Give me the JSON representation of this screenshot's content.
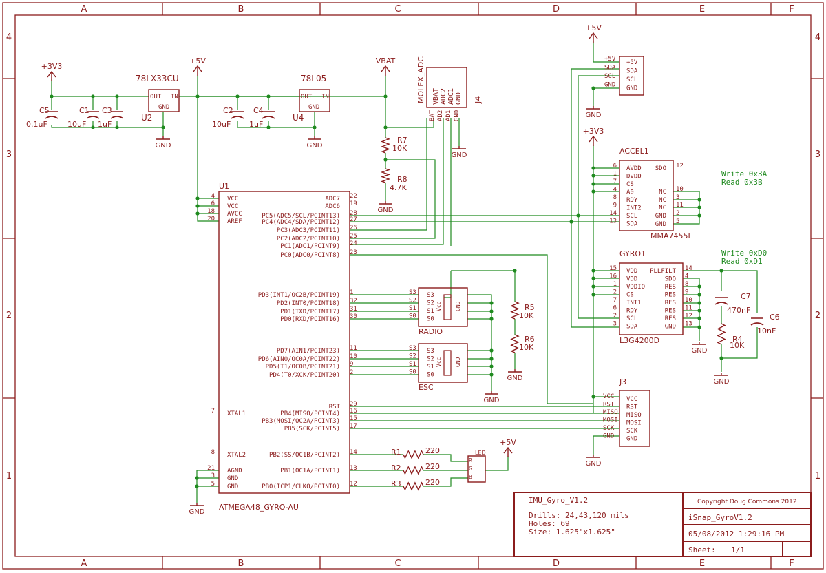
{
  "colors": {
    "frame": "#8b1c1c",
    "wire": "#1f8a1f",
    "part": "#8b1c1c",
    "text": "#8b1c1c",
    "label": "#222222",
    "note": "#1f8a1f"
  },
  "frame": {
    "cols": [
      "A",
      "B",
      "C",
      "D",
      "E",
      "F"
    ],
    "rows": [
      "4",
      "3",
      "2",
      "1"
    ]
  },
  "supplies": {
    "p3v3_a": "+3V3",
    "p5v_a": "+5V",
    "vbat": "VBAT",
    "p5v_top": "+5V",
    "p3v3_b": "+3V3",
    "p5v_led": "+5V"
  },
  "grounds": {
    "label": "GND"
  },
  "regulators": {
    "u2": {
      "part": "78LX33CU",
      "ref": "U2",
      "pin_out": "OUT",
      "pin_in": "IN",
      "pin_gnd": "GND"
    },
    "u4": {
      "part": "78L05",
      "ref": "U4",
      "pin_out": "OUT",
      "pin_in": "IN",
      "pin_gnd": "GND"
    }
  },
  "caps": {
    "c5": {
      "ref": "C5",
      "val": "0.1uF"
    },
    "c1": {
      "ref": "C1",
      "val": "10uF"
    },
    "c3": {
      "ref": "C3",
      "val": "1uF"
    },
    "c2": {
      "ref": "C2",
      "val": "10uF"
    },
    "c4": {
      "ref": "C4",
      "val": "1uF"
    },
    "c7": {
      "ref": "C7",
      "val": "470nF"
    },
    "c6": {
      "ref": "C6",
      "val": "10nF"
    }
  },
  "resistors": {
    "r7": {
      "ref": "R7",
      "val": "10K"
    },
    "r8": {
      "ref": "R8",
      "val": "4.7K"
    },
    "r5": {
      "ref": "R5",
      "val": "10K"
    },
    "r6": {
      "ref": "R6",
      "val": "10K"
    },
    "r4": {
      "ref": "R4",
      "val": "10K"
    },
    "r1": {
      "ref": "R1",
      "val": "220"
    },
    "r2": {
      "ref": "R2",
      "val": "220"
    },
    "r3": {
      "ref": "R3",
      "val": "220"
    }
  },
  "j4": {
    "ref": "J4",
    "name": "MOLEX_ADC",
    "pins": [
      "VBAT",
      "ADC2",
      "ADC1",
      "GND"
    ],
    "nets": [
      "BAT",
      "AD2",
      "AD1",
      "GND"
    ]
  },
  "u1": {
    "ref": "U1",
    "part": "ATMEGA48_GYRO-AU",
    "left": [
      {
        "num": "4",
        "name": "VCC"
      },
      {
        "num": "6",
        "name": "VCC"
      },
      {
        "num": "18",
        "name": "AVCC"
      },
      {
        "num": "20",
        "name": "AREF"
      },
      {
        "num": "7",
        "name": "XTAL1"
      },
      {
        "num": "8",
        "name": "XTAL2"
      },
      {
        "num": "21",
        "name": "AGND"
      },
      {
        "num": "3",
        "name": "GND"
      },
      {
        "num": "5",
        "name": "GND"
      }
    ],
    "right": [
      {
        "num": "22",
        "name": "ADC7"
      },
      {
        "num": "19",
        "name": "ADC6"
      },
      {
        "num": "28",
        "name": "PC5(ADC5/SCL/PCINT13)"
      },
      {
        "num": "27",
        "name": "PC4(ADC4/SDA/PCINT12)"
      },
      {
        "num": "26",
        "name": "PC3(ADC3/PCINT11)"
      },
      {
        "num": "25",
        "name": "PC2(ADC2/PCINT10)"
      },
      {
        "num": "24",
        "name": "PC1(ADC1/PCINT9)"
      },
      {
        "num": "23",
        "name": "PC0(ADC0/PCINT8)"
      },
      {
        "num": "1",
        "name": "PD3(INT1/OC2B/PCINT19)"
      },
      {
        "num": "32",
        "name": "PD2(INT0/PCINT18)"
      },
      {
        "num": "31",
        "name": "PD1(TXD/PCINT17)"
      },
      {
        "num": "30",
        "name": "PD0(RXD/PCINT16)"
      },
      {
        "num": "11",
        "name": "PD7(AIN1/PCINT23)"
      },
      {
        "num": "10",
        "name": "PD6(AIN0/OC0A/PCINT22)"
      },
      {
        "num": "9",
        "name": "PD5(T1/OC0B/PCINT21)"
      },
      {
        "num": "2",
        "name": "PD4(T0/XCK/PCINT20)"
      },
      {
        "num": "29",
        "name": "RST"
      },
      {
        "num": "16",
        "name": "PB4(MISO/PCINT4)"
      },
      {
        "num": "15",
        "name": "PB3(MOSI/OC2A/PCINT3)"
      },
      {
        "num": "17",
        "name": "PB5(SCK/PCINT5)"
      },
      {
        "num": "14",
        "name": "PB2(SS/OC1B/PCINT2)"
      },
      {
        "num": "13",
        "name": "PB1(OC1A/PCINT1)"
      },
      {
        "num": "12",
        "name": "PB0(ICP1/CLKO/PCINT0)"
      }
    ]
  },
  "radio": {
    "ref": "RADIO",
    "pins": [
      "S3",
      "S2",
      "S1",
      "S0"
    ],
    "vcc": "Vcc",
    "gnd": "GND"
  },
  "esc": {
    "ref": "ESC",
    "pins": [
      "S3",
      "S2",
      "S1",
      "S0"
    ],
    "vcc": "Vcc",
    "gnd": "GND"
  },
  "hdr5v": {
    "pins": [
      "+5V",
      "SDA",
      "SCL",
      "GND"
    ],
    "nets": [
      "+5V",
      "SDA",
      "SCL",
      "GND"
    ]
  },
  "accel": {
    "ref": "ACCEL1",
    "part": "MMA7455L",
    "left": [
      {
        "num": "6",
        "name": "AVDD"
      },
      {
        "num": "1",
        "name": "DVDD"
      },
      {
        "num": "7",
        "name": "CS"
      },
      {
        "num": "4",
        "name": "A0"
      },
      {
        "num": "8",
        "name": "RDY"
      },
      {
        "num": "9",
        "name": "INT2"
      },
      {
        "num": "14",
        "name": "SCL"
      },
      {
        "num": "13",
        "name": "SDA"
      }
    ],
    "right": [
      {
        "num": "12",
        "name": "SDO"
      },
      {
        "num": "10",
        "name": "NC"
      },
      {
        "num": "3",
        "name": "NC"
      },
      {
        "num": "11",
        "name": "NC"
      },
      {
        "num": "2",
        "name": "GND"
      },
      {
        "num": "5",
        "name": "GND"
      }
    ],
    "note1": "Write 0x3A",
    "note2": "Read 0x3B"
  },
  "gyro": {
    "ref": "GYRO1",
    "part": "L3G4200D",
    "left": [
      {
        "num": "15",
        "name": "VDD"
      },
      {
        "num": "16",
        "name": "VDD"
      },
      {
        "num": "1",
        "name": "VDDIO"
      },
      {
        "num": "2",
        "name": "CS"
      },
      {
        "num": "7",
        "name": "INT1"
      },
      {
        "num": "6",
        "name": "RDY"
      },
      {
        "num": "2",
        "name": "SCL"
      },
      {
        "num": "3",
        "name": "SDA"
      }
    ],
    "right": [
      {
        "num": "14",
        "name": "PLLFILT"
      },
      {
        "num": "4",
        "name": "SDO"
      },
      {
        "num": "8",
        "name": "RES"
      },
      {
        "num": "9",
        "name": "RES"
      },
      {
        "num": "10",
        "name": "RES"
      },
      {
        "num": "11",
        "name": "RES"
      },
      {
        "num": "12",
        "name": "RES"
      },
      {
        "num": "13",
        "name": "GND"
      }
    ],
    "note1": "Write 0xD0",
    "note2": "Read 0xD1"
  },
  "j3": {
    "ref": "J3",
    "pins": [
      "VCC",
      "RST",
      "MISO",
      "MOSI",
      "SCK",
      "GND"
    ],
    "nets": [
      "VCC",
      "RST",
      "MISO",
      "MOSI",
      "SCK",
      "GND"
    ]
  },
  "led": {
    "ref": "LED",
    "pins": [
      "R",
      "G",
      "B"
    ]
  },
  "title_block": {
    "project": "IMU_Gyro_V1.2",
    "drills": "Drills: 24,43,120 mils",
    "holes": "Holes: 69",
    "size": "Size: 1.625\"x1.625\"",
    "copyright": "Copyright Doug Commons 2012",
    "file": "iSnap_GyroV1.2",
    "date": "05/08/2012 1:29:16 PM",
    "sheet_label": "Sheet:",
    "sheet": "1/1"
  }
}
